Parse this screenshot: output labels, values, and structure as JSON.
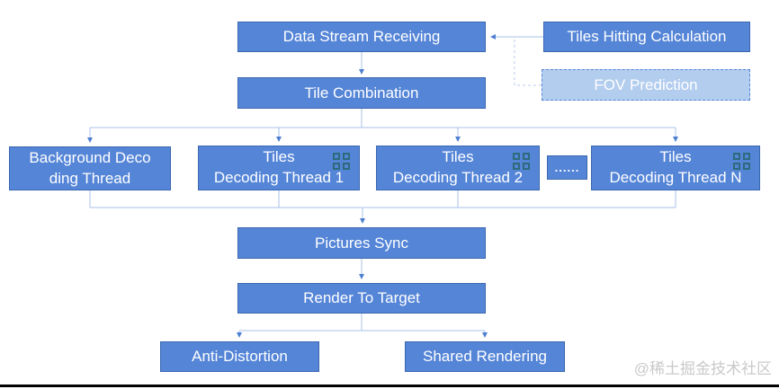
{
  "diagram": {
    "nodes": {
      "data_stream": {
        "label": "Data Stream Receiving"
      },
      "tiles_hitting": {
        "label": "Tiles Hitting Calculation"
      },
      "fov_prediction": {
        "label": "FOV Prediction"
      },
      "tile_combination": {
        "label": "Tile Combination"
      },
      "background_decoding": {
        "line1": "Background Deco",
        "line2": "ding Thread"
      },
      "tiles_thread_1": {
        "line1": "Tiles",
        "line2": "Decoding Thread 1"
      },
      "tiles_thread_2": {
        "line1": "Tiles",
        "line2": "Decoding Thread 2"
      },
      "ellipsis": {
        "label": "......"
      },
      "tiles_thread_n": {
        "line1": "Tiles",
        "line2": "Decoding Thread N"
      },
      "pictures_sync": {
        "label": "Pictures Sync"
      },
      "render_to_target": {
        "label": "Render To Target"
      },
      "anti_distortion": {
        "label": "Anti-Distortion"
      },
      "shared_rendering": {
        "label": "Shared Rendering"
      }
    },
    "colors": {
      "node_fill": "#5585d7",
      "node_border": "#3a67b0",
      "fov_fill": "#b3cdef",
      "connector_line": "#a9c2e8",
      "arrowhead": "#4d7fd0",
      "grid_icon": "#2b6b7d",
      "watermark_text": "#c9c9c9"
    },
    "watermark": "@稀土掘金技术社区"
  }
}
